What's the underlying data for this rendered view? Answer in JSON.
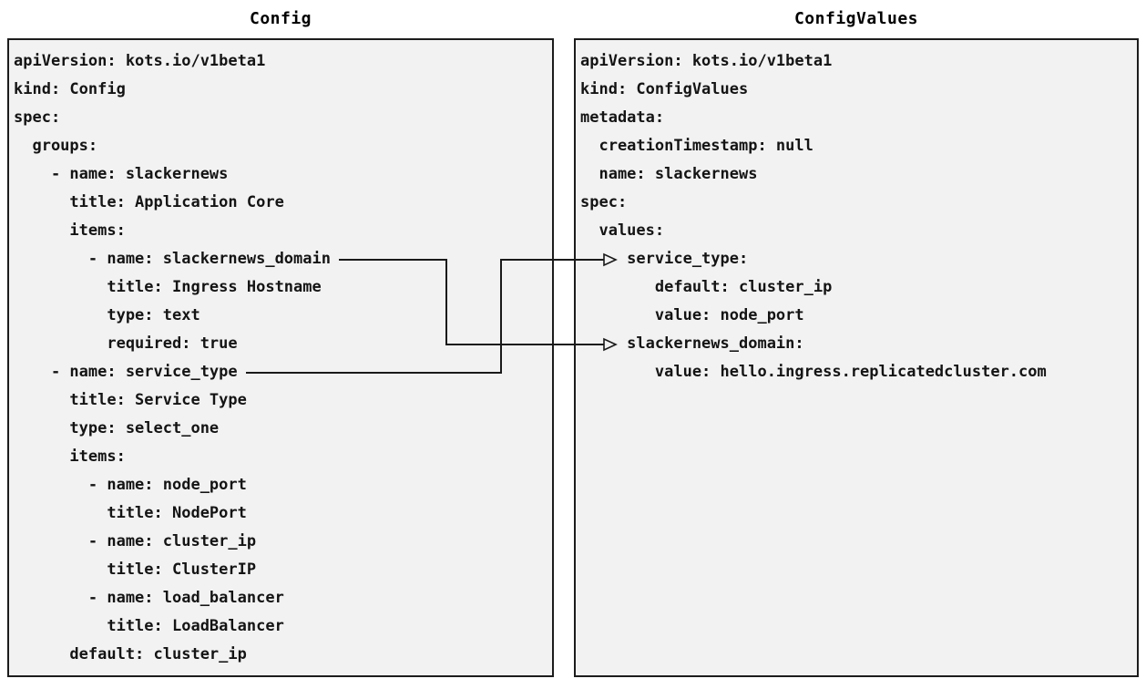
{
  "diagram": {
    "left_panel": {
      "title": "Config",
      "code_lines": [
        "apiVersion: kots.io/v1beta1",
        "kind: Config",
        "spec:",
        "  groups:",
        "    - name: slackernews",
        "      title: Application Core",
        "      items:",
        "        - name: slackernews_domain",
        "          title: Ingress Hostname",
        "          type: text",
        "          required: true",
        "    - name: service_type",
        "      title: Service Type",
        "      type: select_one",
        "      items:",
        "        - name: node_port",
        "          title: NodePort",
        "        - name: cluster_ip",
        "          title: ClusterIP",
        "        - name: load_balancer",
        "          title: LoadBalancer",
        "      default: cluster_ip"
      ]
    },
    "right_panel": {
      "title": "ConfigValues",
      "code_lines": [
        "apiVersion: kots.io/v1beta1",
        "kind: ConfigValues",
        "metadata:",
        "  creationTimestamp: null",
        "  name: slackernews",
        "spec:",
        "  values:",
        "     service_type:",
        "        default: cluster_ip",
        "        value: node_port",
        "     slackernews_domain:",
        "        value: hello.ingress.replicatedcluster.com"
      ]
    },
    "arrows": [
      {
        "from": "Config item: - name: service_type",
        "to": "ConfigValues key: service_type:"
      },
      {
        "from": "Config item: - name: slackernews_domain",
        "to": "ConfigValues key: slackernews_domain:"
      }
    ],
    "colors": {
      "page_bg": "#ffffff",
      "panel_bg": "#f2f2f2",
      "panel_border": "#1c1c1c",
      "text": "#141414",
      "arrow": "#1a1a1a"
    }
  }
}
